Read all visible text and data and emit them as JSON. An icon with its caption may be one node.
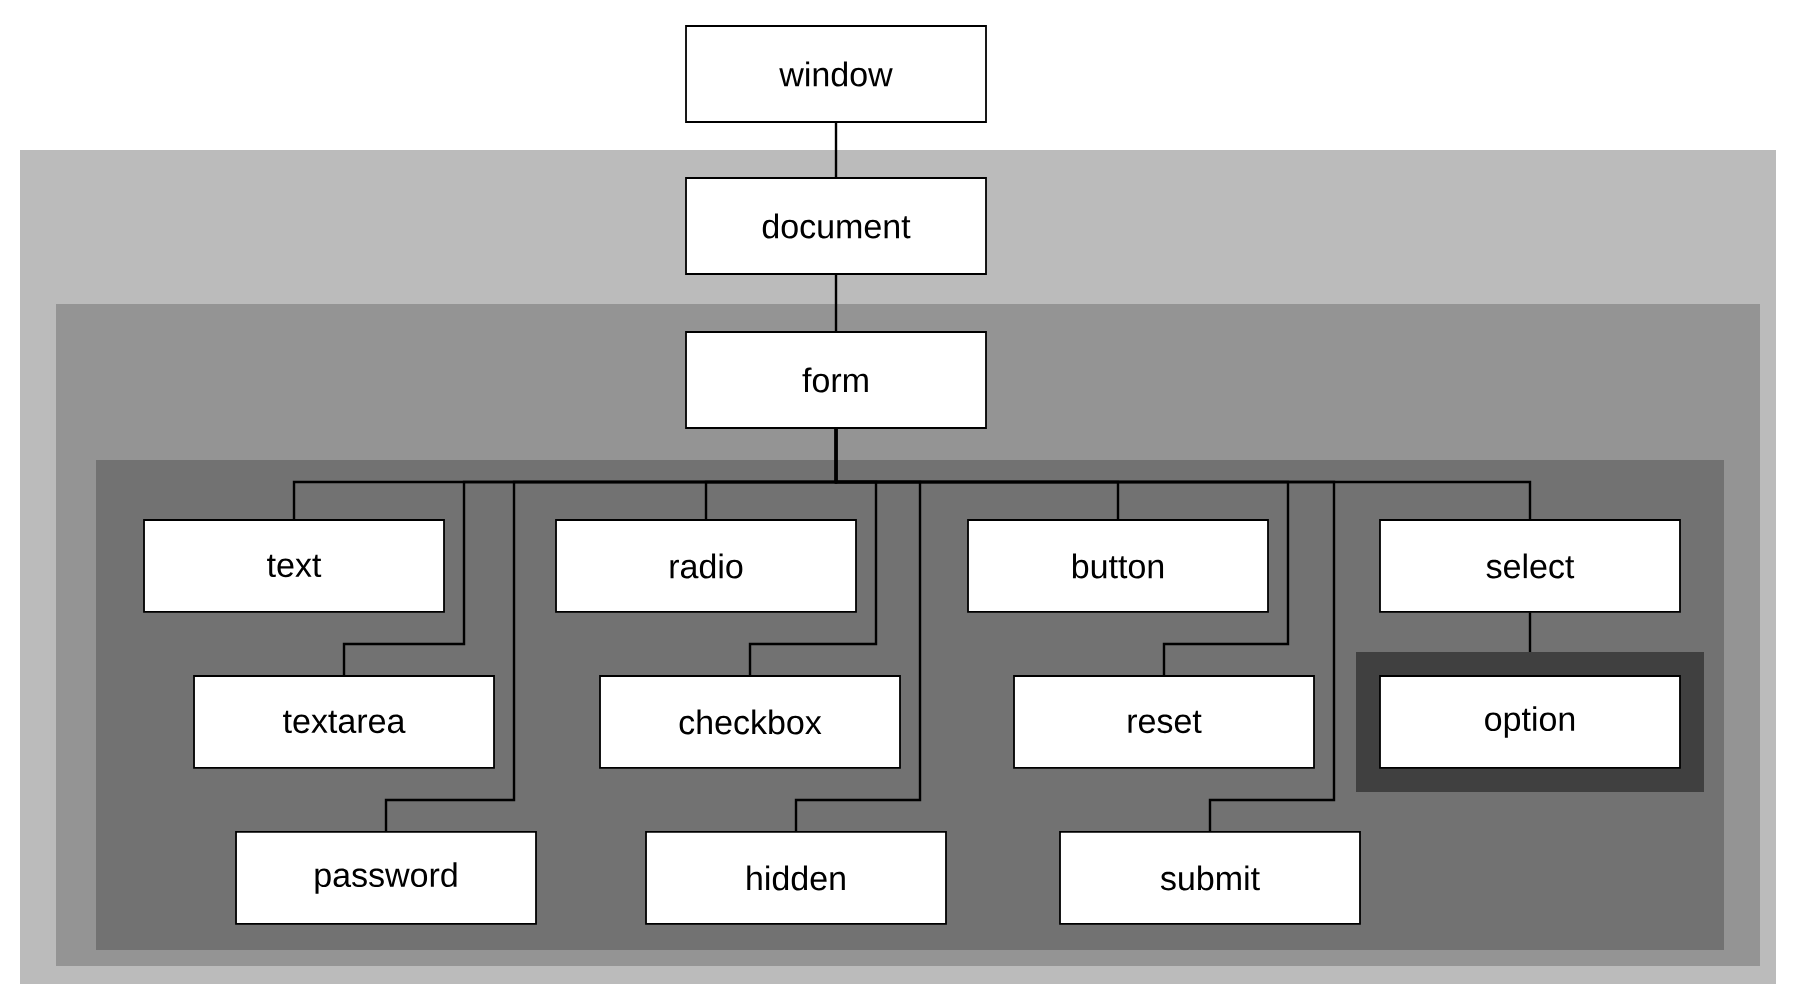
{
  "diagram": {
    "nodes": [
      {
        "text": [
          "window"
        ]
      },
      {
        "text": [
          "document"
        ]
      },
      {
        "text": [
          "form"
        ]
      },
      {
        "text": [
          "text"
        ]
      },
      {
        "text": [
          "radio"
        ]
      },
      {
        "text": [
          "button"
        ]
      },
      {
        "text": [
          "select"
        ]
      },
      {
        "text": [
          "textarea"
        ]
      },
      {
        "text": [
          "checkbox"
        ]
      },
      {
        "text": [
          "reset"
        ]
      },
      {
        "text": [
          "option"
        ]
      },
      {
        "text": [
          "password"
        ]
      },
      {
        "text": [
          "hidden"
        ]
      },
      {
        "text": [
          "submit"
        ]
      }
    ],
    "edges": [
      {
        "from": 0,
        "to": 1,
        "arrow": "none"
      },
      {
        "from": 1,
        "to": 2,
        "arrow": "none"
      },
      {
        "from": 2,
        "to": 3,
        "arrow": "none"
      },
      {
        "from": 2,
        "to": 7,
        "arrow": "none"
      },
      {
        "from": 2,
        "to": 11,
        "arrow": "none"
      },
      {
        "from": 2,
        "to": 4,
        "arrow": "none"
      },
      {
        "from": 2,
        "to": 8,
        "arrow": "none"
      },
      {
        "from": 2,
        "to": 12,
        "arrow": "none"
      },
      {
        "from": 2,
        "to": 5,
        "arrow": "none"
      },
      {
        "from": 2,
        "to": 9,
        "arrow": "none"
      },
      {
        "from": 2,
        "to": 13,
        "arrow": "none"
      },
      {
        "from": 2,
        "to": 6,
        "arrow": "none"
      },
      {
        "from": 6,
        "to": 10,
        "arrow": "none"
      }
    ]
  }
}
